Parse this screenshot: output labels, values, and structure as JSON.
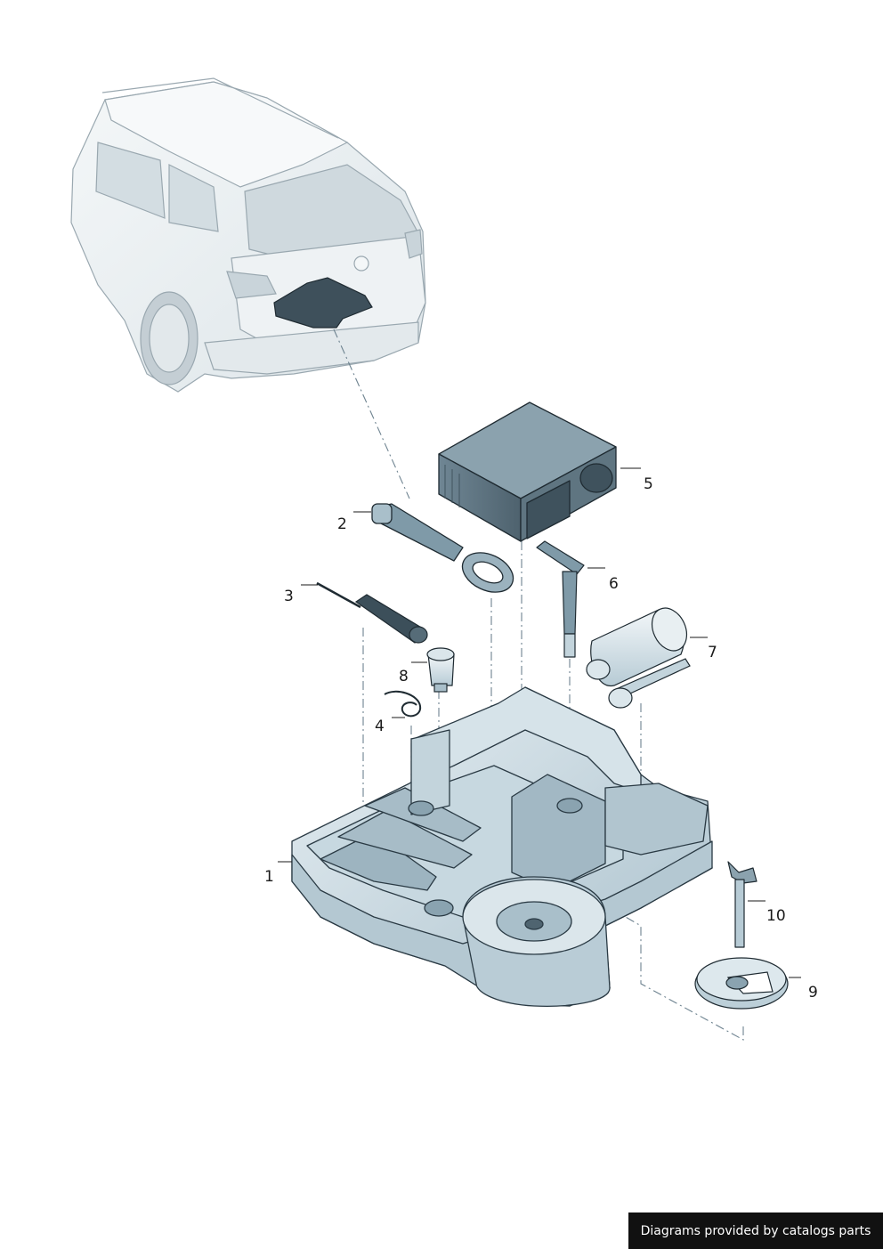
{
  "callouts": [
    "1",
    "2",
    "3",
    "4",
    "5",
    "6",
    "7",
    "8",
    "9",
    "10"
  ],
  "credit": "Diagrams provided by catalogs parts",
  "colors": {
    "line": "#2a3a44",
    "fill_light": "#dfe9ee",
    "fill_mid": "#b9ced8",
    "fill_dark": "#7f9aa8",
    "fill_deep": "#4f6470",
    "car_line": "#9aa8b0",
    "car_fill": "#eef2f4"
  }
}
